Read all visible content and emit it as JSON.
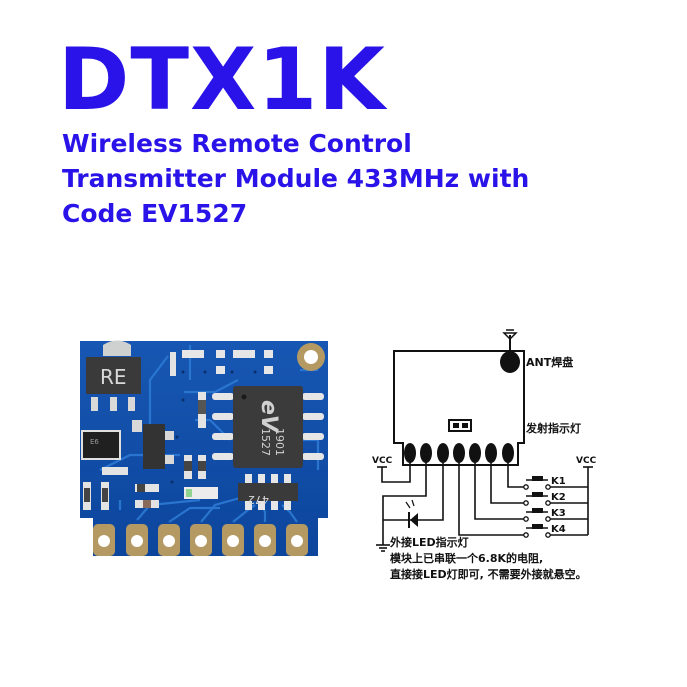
{
  "header": {
    "title": "DTX1K",
    "subtitle_lines": [
      "Wireless Remote Control",
      "Transmitter Module 433MHz with",
      "Code EV1527"
    ],
    "color": "#2A13E8"
  },
  "pcb_photo": {
    "board_color": "#0E4FA8",
    "pad_color": "#B49A62",
    "regulator_marking": "RE",
    "encoder_chip_marking": [
      "eV",
      "1527",
      "1901"
    ],
    "resistor_array_marking": "472",
    "small_chip_marking": "E6",
    "pad_count": 7
  },
  "schematic": {
    "antenna_pad_label": "ANT焊盘",
    "tx_indicator_label": "发射指示灯",
    "vcc_left_label": "VCC",
    "vcc_right_label": "VCC",
    "switch_labels": [
      "K1",
      "K2",
      "K3",
      "K4"
    ],
    "external_led_label": "外接LED指示灯",
    "note_lines": [
      "模块上已串联一个6.8K的电阻,",
      "直接接LED灯即可, 不需要外接就悬空。"
    ]
  }
}
